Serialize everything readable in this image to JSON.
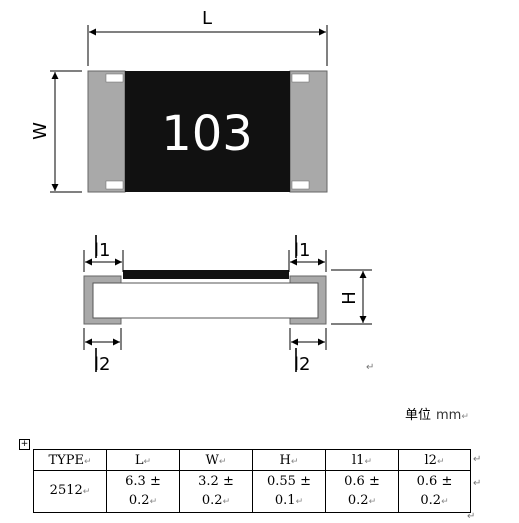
{
  "top_view": {
    "marking": "103",
    "dim_length": "L",
    "dim_width": "W"
  },
  "side_view": {
    "dim_l1_left": "l1",
    "dim_l1_right": "l1",
    "dim_l2_left": "l2",
    "dim_l2_right": "l2",
    "dim_height": "H"
  },
  "return_mark": "↵",
  "unit": {
    "label": "单位",
    "value": "mm"
  },
  "table": {
    "handle": "+",
    "headers": [
      "TYPE",
      "L",
      "W",
      "H",
      "l1",
      "l2"
    ],
    "row": {
      "type": "2512",
      "cells": [
        {
          "nominal": "6.3",
          "sign": "±",
          "tolerance": "0.2"
        },
        {
          "nominal": "3.2",
          "sign": "±",
          "tolerance": "0.2"
        },
        {
          "nominal": "0.55",
          "sign": "±",
          "tolerance": "0.1"
        },
        {
          "nominal": "0.6",
          "sign": "±",
          "tolerance": "0.2"
        },
        {
          "nominal": "0.6",
          "sign": "±",
          "tolerance": "0.2"
        }
      ]
    }
  },
  "colors": {
    "body": "#111111",
    "terminal": "#a9a9a9",
    "substrate": "#ffffff",
    "line": "#000000"
  }
}
